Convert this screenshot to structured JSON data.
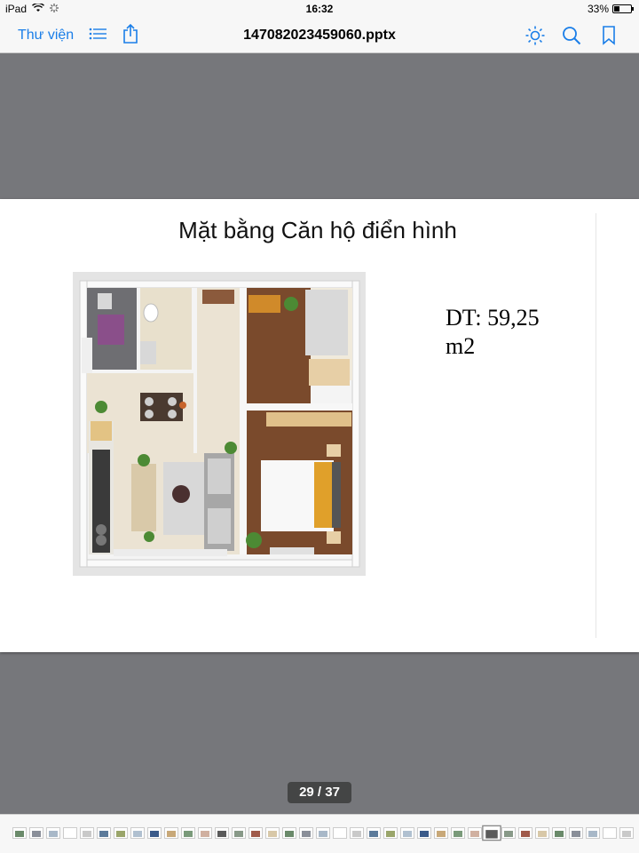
{
  "status_bar": {
    "device": "iPad",
    "time": "16:32",
    "battery_percent": "33%",
    "battery_level": 0.33
  },
  "toolbar": {
    "library_label": "Thư viện",
    "file_title": "14708202345906​0.pptx"
  },
  "slide": {
    "title": "Mặt bằng Căn hộ điển hình",
    "area_line1": "DT: 59,25",
    "area_line2": "m2"
  },
  "page_indicator": {
    "text": "29 / 37",
    "current": 29,
    "total": 37
  },
  "thumbnails": {
    "count": 37,
    "selected_index": 28
  }
}
